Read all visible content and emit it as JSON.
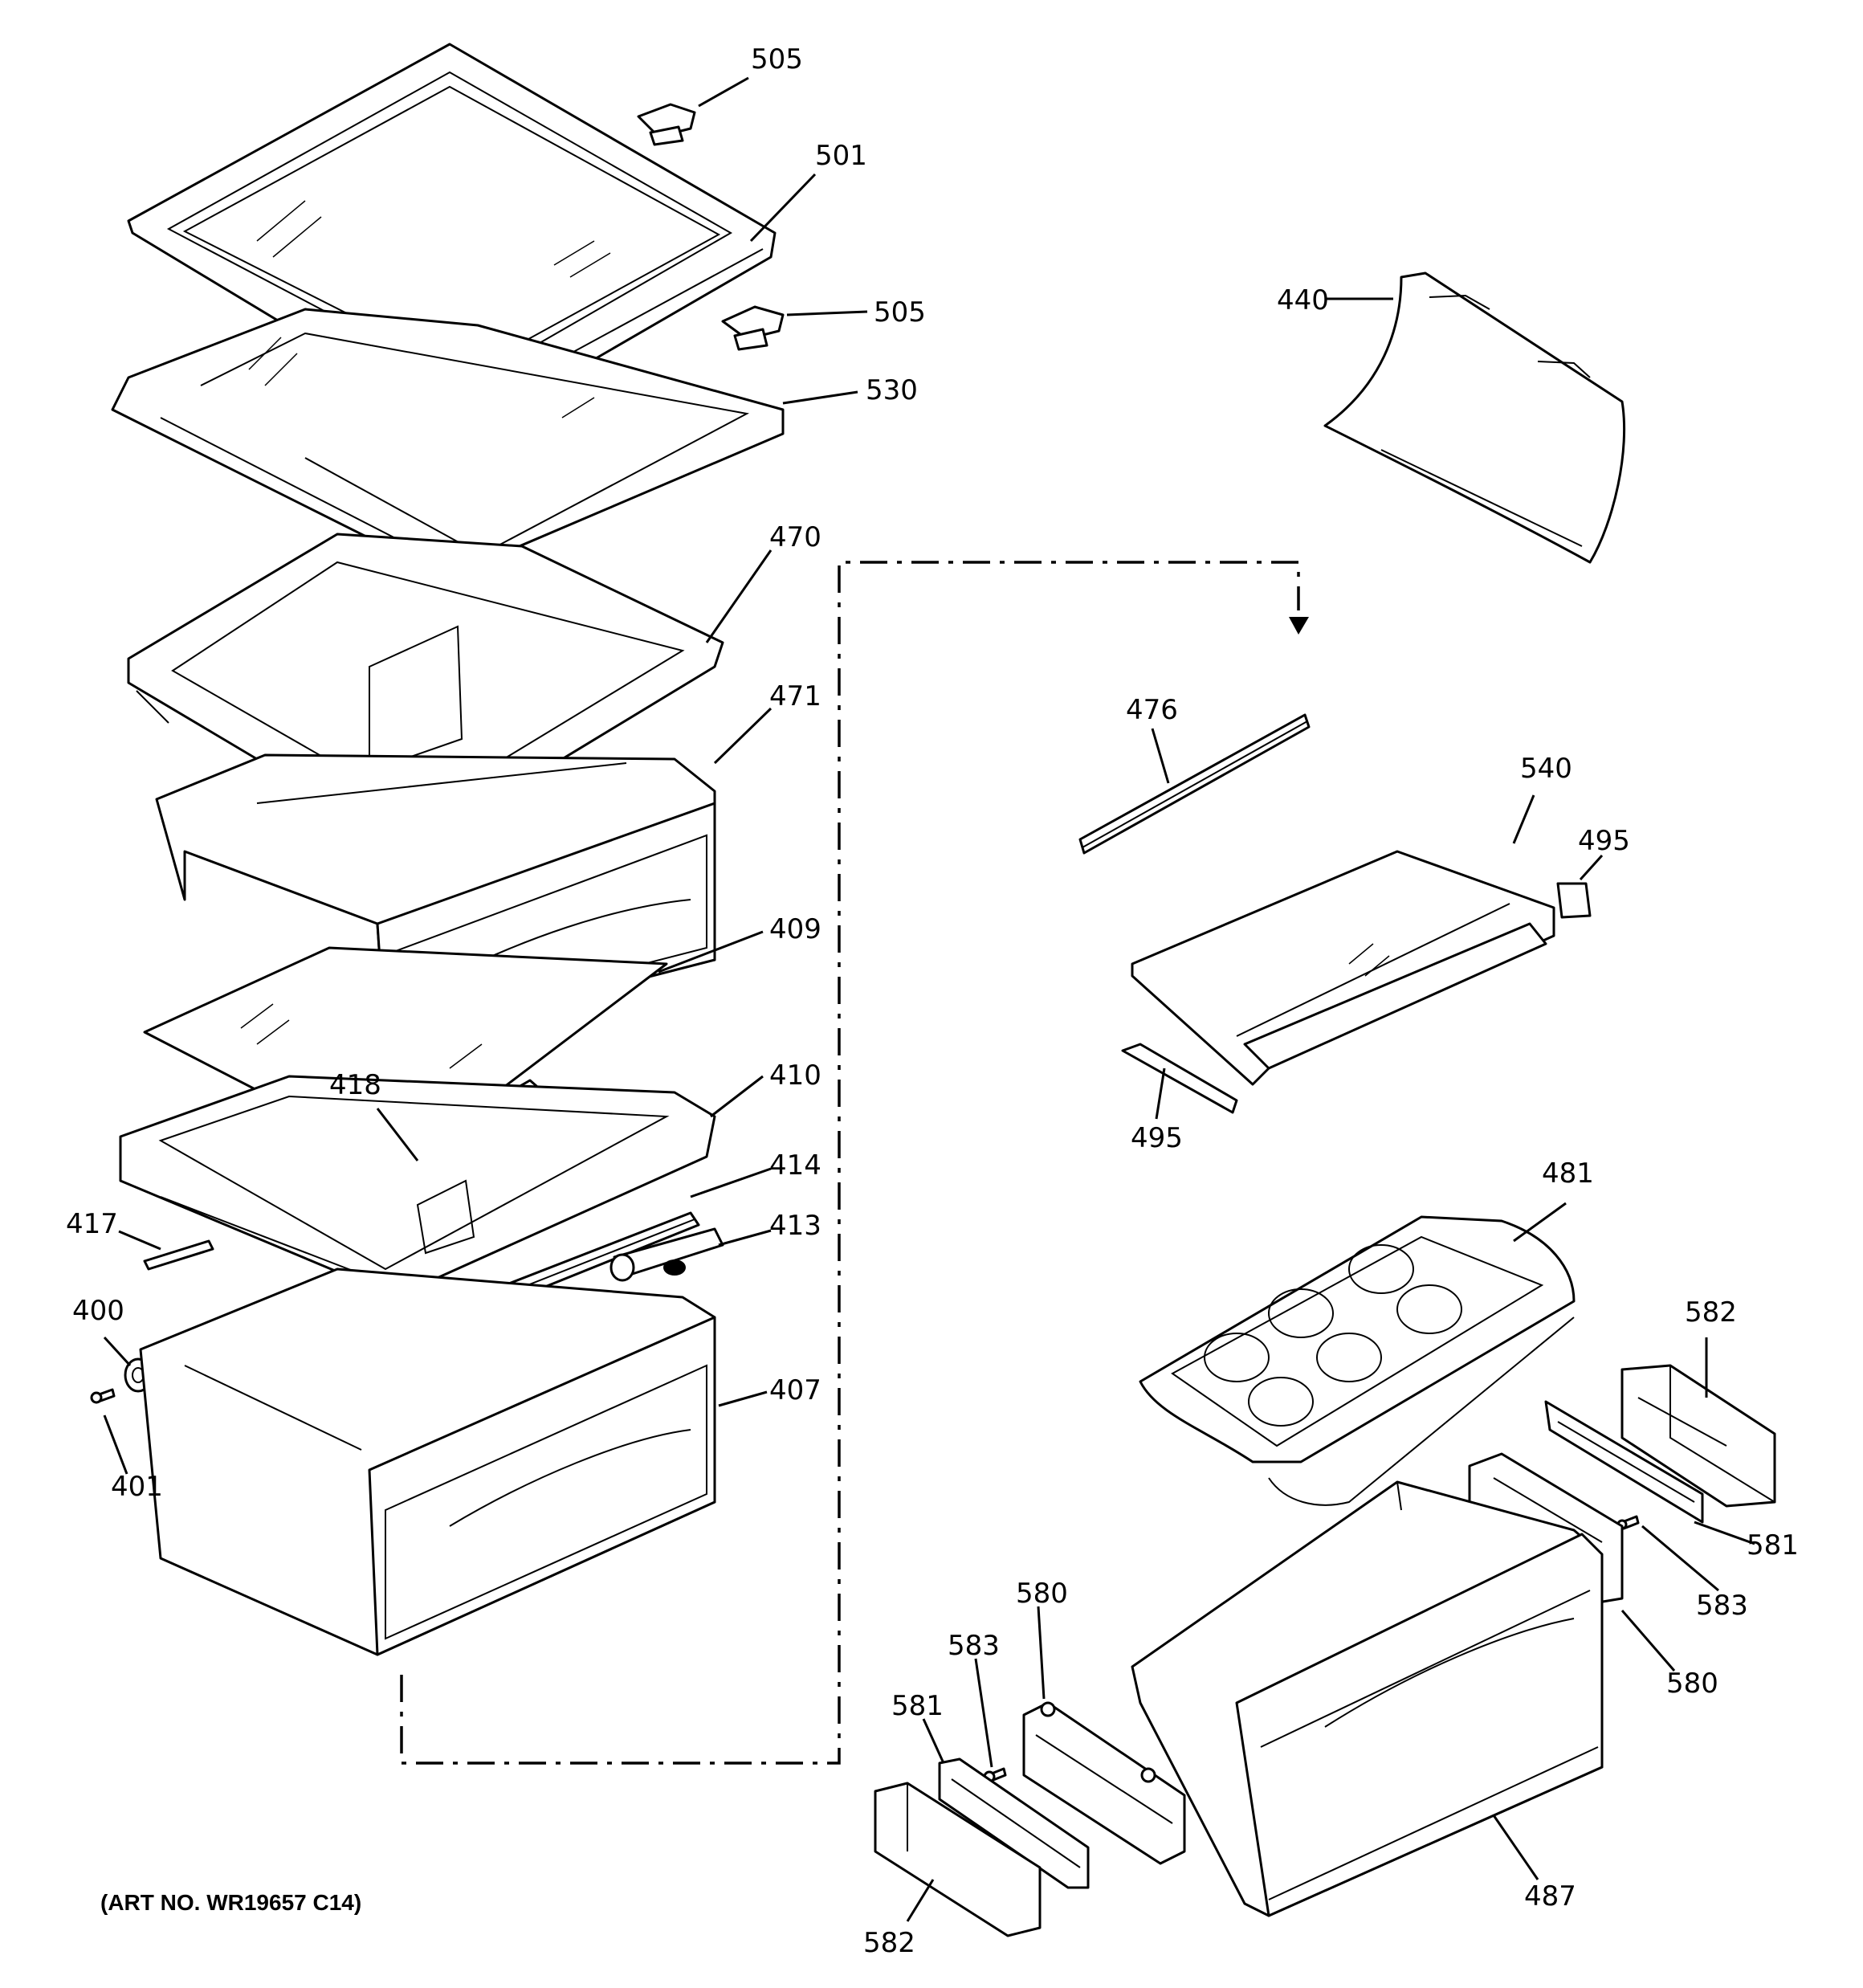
{
  "labels": {
    "p505a": "505",
    "p501": "501",
    "p505b": "505",
    "p530": "530",
    "p440": "440",
    "p470": "470",
    "p471": "471",
    "p409": "409",
    "p418": "418",
    "p410": "410",
    "p414": "414",
    "p417": "417",
    "p413": "413",
    "p400": "400",
    "p401": "401",
    "p407": "407",
    "p476": "476",
    "p540": "540",
    "p495a": "495",
    "p495b": "495",
    "p481": "481",
    "p582a": "582",
    "p581a": "581",
    "p583a": "583",
    "p580a": "580",
    "p580b": "580",
    "p583b": "583",
    "p581b": "581",
    "p487": "487",
    "p582b": "582"
  },
  "art_number": "(ART NO. WR19657 C14)"
}
